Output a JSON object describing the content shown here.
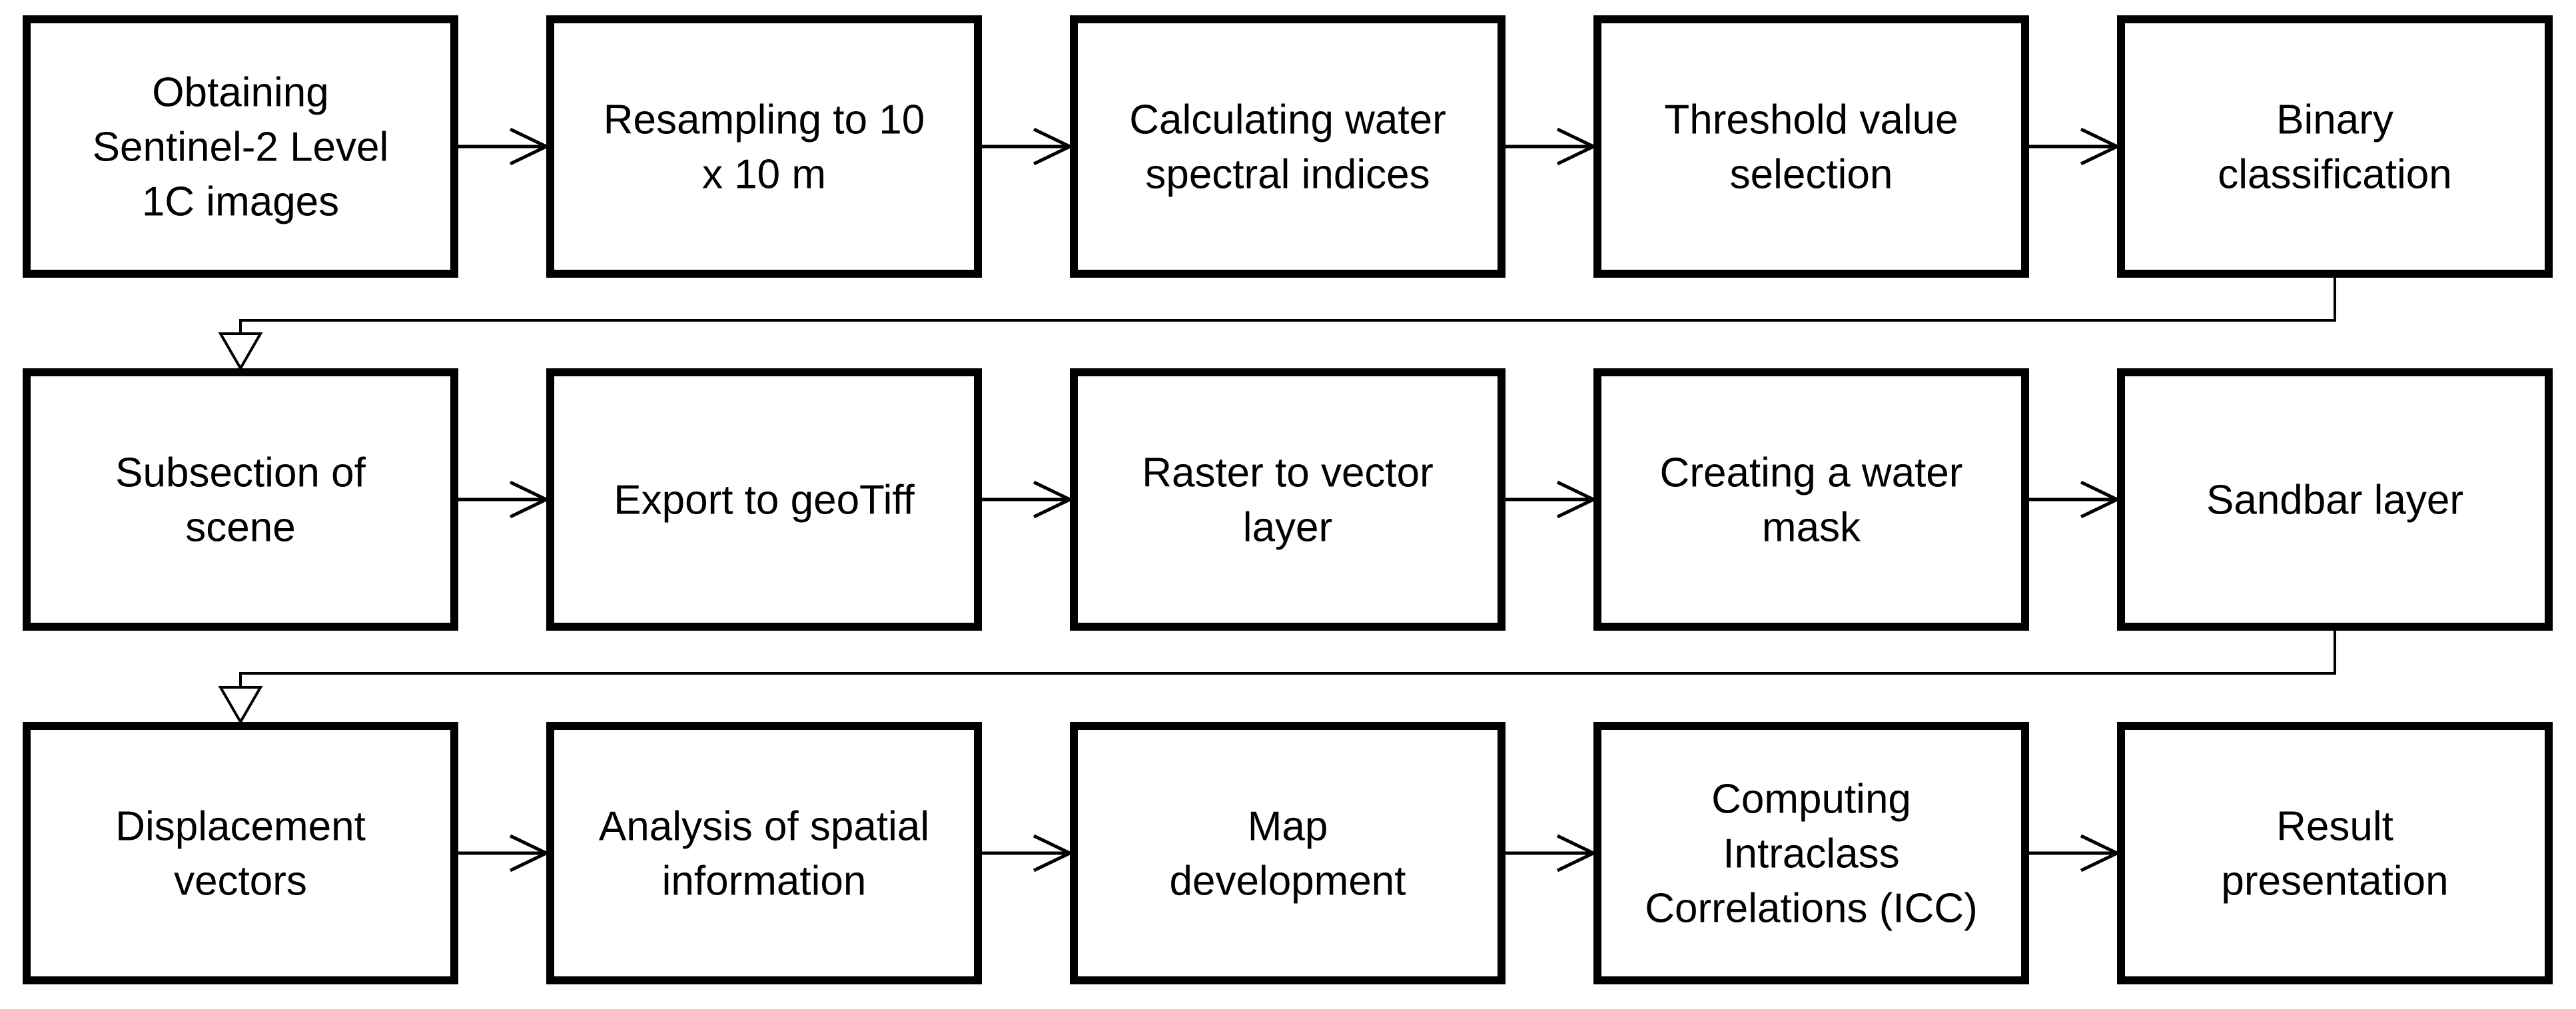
{
  "flow": {
    "rows": [
      {
        "steps": [
          {
            "lines": [
              "Obtaining",
              "Sentinel-2 Level",
              "1C images"
            ]
          },
          {
            "lines": [
              "Resampling to 10",
              "x 10 m"
            ]
          },
          {
            "lines": [
              "Calculating water",
              "spectral indices"
            ]
          },
          {
            "lines": [
              "Threshold value",
              "selection"
            ]
          },
          {
            "lines": [
              "Binary",
              "classification"
            ]
          }
        ]
      },
      {
        "steps": [
          {
            "lines": [
              "Subsection of",
              "scene"
            ]
          },
          {
            "lines": [
              "Export to geoTiff"
            ]
          },
          {
            "lines": [
              "Raster to vector",
              "layer"
            ]
          },
          {
            "lines": [
              "Creating a water",
              "mask"
            ]
          },
          {
            "lines": [
              "Sandbar layer"
            ]
          }
        ]
      },
      {
        "steps": [
          {
            "lines": [
              "Displacement",
              "vectors"
            ]
          },
          {
            "lines": [
              "Analysis of spatial",
              "information"
            ]
          },
          {
            "lines": [
              "Map",
              "development"
            ]
          },
          {
            "lines": [
              "Computing",
              "Intraclass",
              "Correlations (ICC)"
            ]
          },
          {
            "lines": [
              "Result",
              "presentation"
            ]
          }
        ]
      }
    ]
  }
}
